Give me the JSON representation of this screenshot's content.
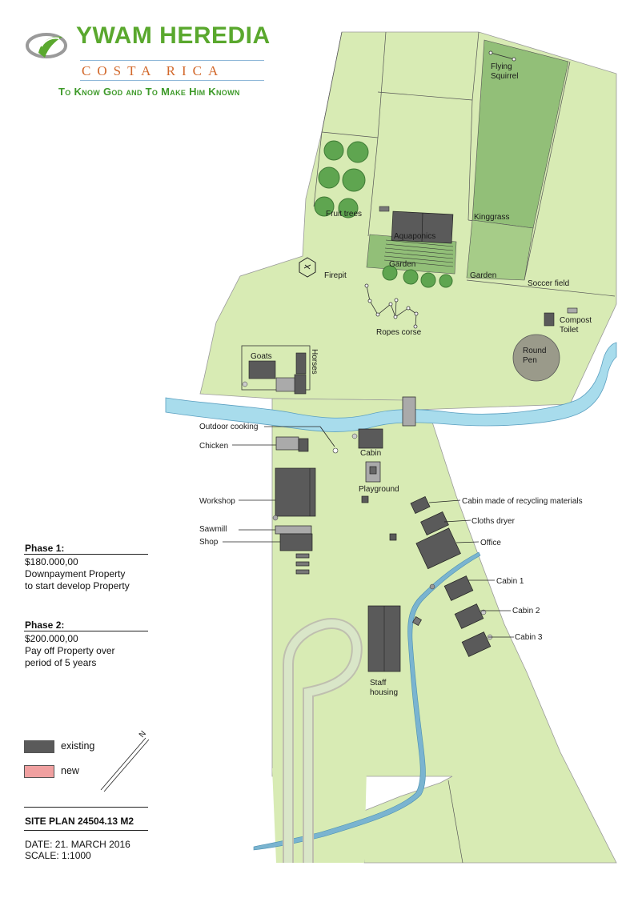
{
  "logo": {
    "title": "YWAM HEREDIA",
    "subtitle": "COSTA RICA",
    "tagline": "To Know God and To Make Him Known",
    "colors": {
      "title": "#5aa82e",
      "subtitle": "#d2682b",
      "tagline": "#3e9a2a"
    }
  },
  "map_labels": {
    "flying_squirrel": "Flying Squirrel",
    "fruit_trees": "Fruit trees",
    "aquaponics": "Aquaponics",
    "kinggrass": "Kinggrass",
    "garden_upper": "Garden",
    "garden_right": "Garden",
    "soccer_field": "Soccer field",
    "firepit": "Firepit",
    "ropes_course": "Ropes corse",
    "compost_toilet": "Compost Toilet",
    "round_pen": "Round Pen",
    "goats": "Goats",
    "horses": "Horses",
    "outdoor_cooking": "Outdoor cooking",
    "chicken": "Chicken",
    "cabin": "Cabin",
    "playground": "Playground",
    "workshop": "Workshop",
    "sawmill": "Sawmill",
    "shop": "Shop",
    "cabin_recycled": "Cabin made of recycling materials",
    "cloths_dryer": "Cloths dryer",
    "office": "Office",
    "cabin_1": "Cabin 1",
    "cabin_2": "Cabin 2",
    "cabin_3": "Cabin 3",
    "staff_housing": "Staff housing",
    "north": "N"
  },
  "phases": [
    {
      "title": "Phase 1:",
      "lines": [
        "$180.000,00",
        "Downpayment Property",
        "to start develop Property"
      ]
    },
    {
      "title": "Phase 2:",
      "lines": [
        "$200.000,00",
        "Pay off Property over",
        "period of 5 years"
      ]
    }
  ],
  "legend": [
    {
      "label": "existing",
      "color": "#5a5a5a"
    },
    {
      "label": "new",
      "color": "#f0a0a0"
    }
  ],
  "plan": {
    "title": "SITE PLAN 24504.13 M2",
    "date": "DATE: 21. MARCH 2016",
    "scale": "SCALE: 1:1000"
  },
  "colors": {
    "land": "#d8ebb4",
    "dark_field": "#92bf78",
    "garden_field": "#a6cc88",
    "river": "#a8dcec",
    "building": "#5a5a5a",
    "tree": "#5fa550"
  }
}
